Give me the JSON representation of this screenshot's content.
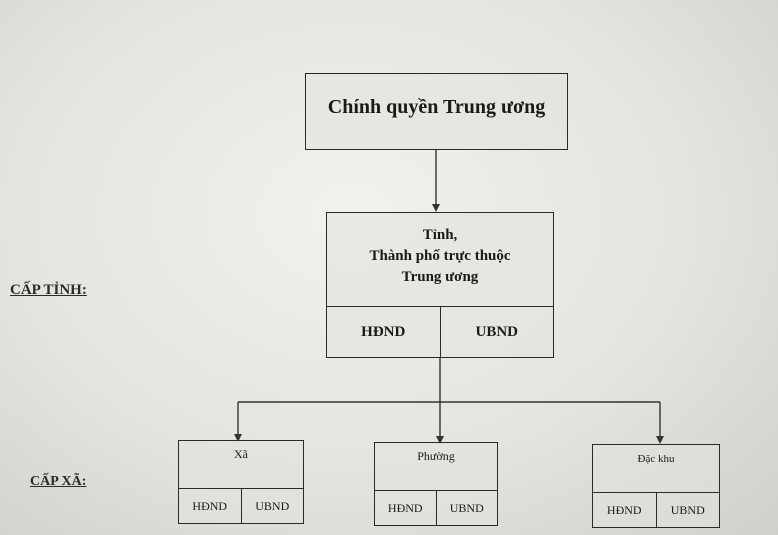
{
  "central": {
    "title": "Chính quyền Trung ương"
  },
  "province": {
    "level_label": "CẤP TỈNH:",
    "title_lines": [
      "Tỉnh,",
      "Thành phố trực thuộc",
      "Trung ương"
    ],
    "left": "HĐND",
    "right": "UBND"
  },
  "commune": {
    "level_label": "CẤP XÃ:",
    "units": [
      {
        "title": "Xã",
        "left": "HĐND",
        "right": "UBND"
      },
      {
        "title": "Phường",
        "left": "HĐND",
        "right": "UBND"
      },
      {
        "title": "Đặc khu",
        "left": "HĐND",
        "right": "UBND"
      }
    ]
  }
}
